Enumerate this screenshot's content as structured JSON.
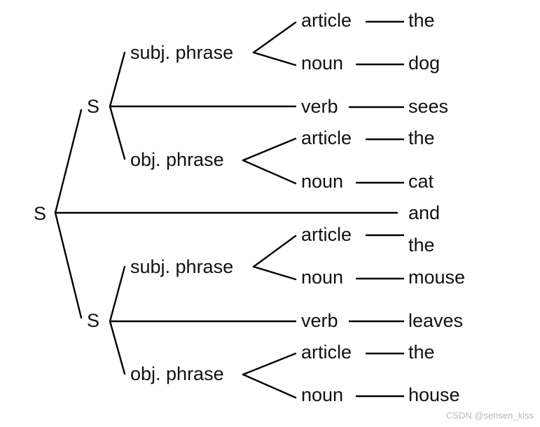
{
  "tree": {
    "root_label": "S",
    "conjunction": "and",
    "clauses": [
      {
        "label": "S",
        "subject": {
          "label": "subj. phrase",
          "article": {
            "label": "article",
            "word": "the"
          },
          "noun": {
            "label": "noun",
            "word": "dog"
          }
        },
        "verb": {
          "label": "verb",
          "word": "sees"
        },
        "object": {
          "label": "obj. phrase",
          "article": {
            "label": "article",
            "word": "the"
          },
          "noun": {
            "label": "noun",
            "word": "cat"
          }
        }
      },
      {
        "label": "S",
        "subject": {
          "label": "subj. phrase",
          "article": {
            "label": "article",
            "word": "the"
          },
          "noun": {
            "label": "noun",
            "word": "mouse"
          }
        },
        "verb": {
          "label": "verb",
          "word": "leaves"
        },
        "object": {
          "label": "obj. phrase",
          "article": {
            "label": "article",
            "word": "the"
          },
          "noun": {
            "label": "noun",
            "word": "house"
          }
        }
      }
    ]
  },
  "watermark": "CSDN @sensen_kiss"
}
